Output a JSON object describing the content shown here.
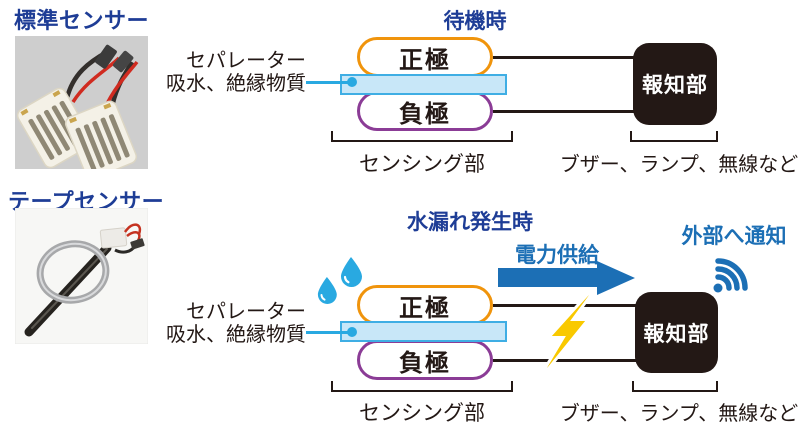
{
  "left_panel": {
    "standard_sensor_label": "標準センサー",
    "tape_sensor_label": "テープセンサー"
  },
  "standby_diagram": {
    "title": "待機時",
    "separator_line1": "セパレーター",
    "separator_line2": "吸水、絶縁物質",
    "positive_electrode": "正極",
    "negative_electrode": "負極",
    "alarm_unit": "報知部",
    "sensing_section": "センシング部",
    "alarm_examples": "ブザー、ランプ、無線など"
  },
  "leak_diagram": {
    "title": "水漏れ発生時",
    "separator_line1": "セパレーター",
    "separator_line2": "吸水、絶縁物質",
    "positive_electrode": "正極",
    "negative_electrode": "負極",
    "alarm_unit": "報知部",
    "sensing_section": "センシング部",
    "alarm_examples": "ブザー、ランプ、無線など",
    "power_supply_label": "電力供給",
    "external_notify_label": "外部へ通知"
  },
  "icons": {
    "water_drops": "water-drop-icon",
    "lightning": "lightning-bolt-icon",
    "wifi": "wifi-signal-icon",
    "power_arrow": "power-arrow-icon",
    "separator_pointer": "separator-pointer-dot-icon"
  },
  "colors": {
    "title_navy": "#1e3d96",
    "accent_blue": "#1c6fb5",
    "water_cyan": "#29a9e1",
    "electrode_orange": "#f0940c",
    "electrode_purple": "#8b3c96",
    "separator_fill": "#c8e7f8",
    "separator_border": "#3faee4",
    "ink_black": "#231815",
    "lightning_yellow": "#f9c900"
  }
}
